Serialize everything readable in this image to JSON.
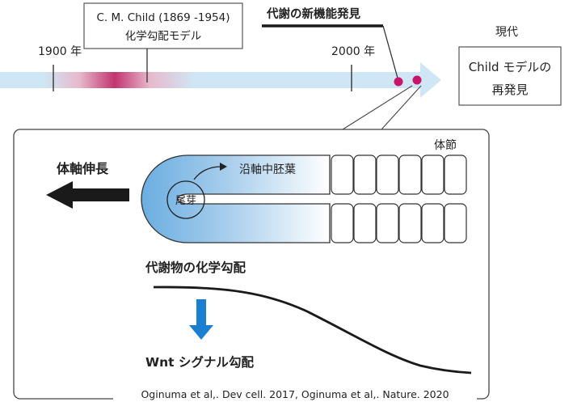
{
  "timeline": {
    "year_1900": "1900 年",
    "year_2000": "2000 年",
    "present_label": "現代",
    "child_box": {
      "line1": "C. M. Child (1869 -1954)",
      "line2": "化学勾配モデル"
    },
    "metabolism_label": "代謝の新機能発見",
    "rediscovery_box": {
      "line1": "Child モデルの",
      "line2": "再発見"
    },
    "colors": {
      "arrow_fill": "#cfe6f4",
      "gradient_peak": "#c2346f",
      "dot_fill": "#c8146a"
    }
  },
  "detail": {
    "body_axis_label": "体軸伸長",
    "somite_label": "体節",
    "paraxial_label": "沿軸中胚葉",
    "tailbud_label": "尾芽",
    "metabolite_label": "代謝物の化学勾配",
    "wnt_label": "Wnt シグナル勾配",
    "citation": "Oginuma et al,. Dev cell. 2017, Oginuma et al,. Nature. 2020",
    "somite_count_per_row": 6,
    "colors": {
      "tailbud_blue": "#6aaee0",
      "wnt_arrow": "#1a7fd0",
      "axis_arrow": "#1a1a1a"
    }
  }
}
